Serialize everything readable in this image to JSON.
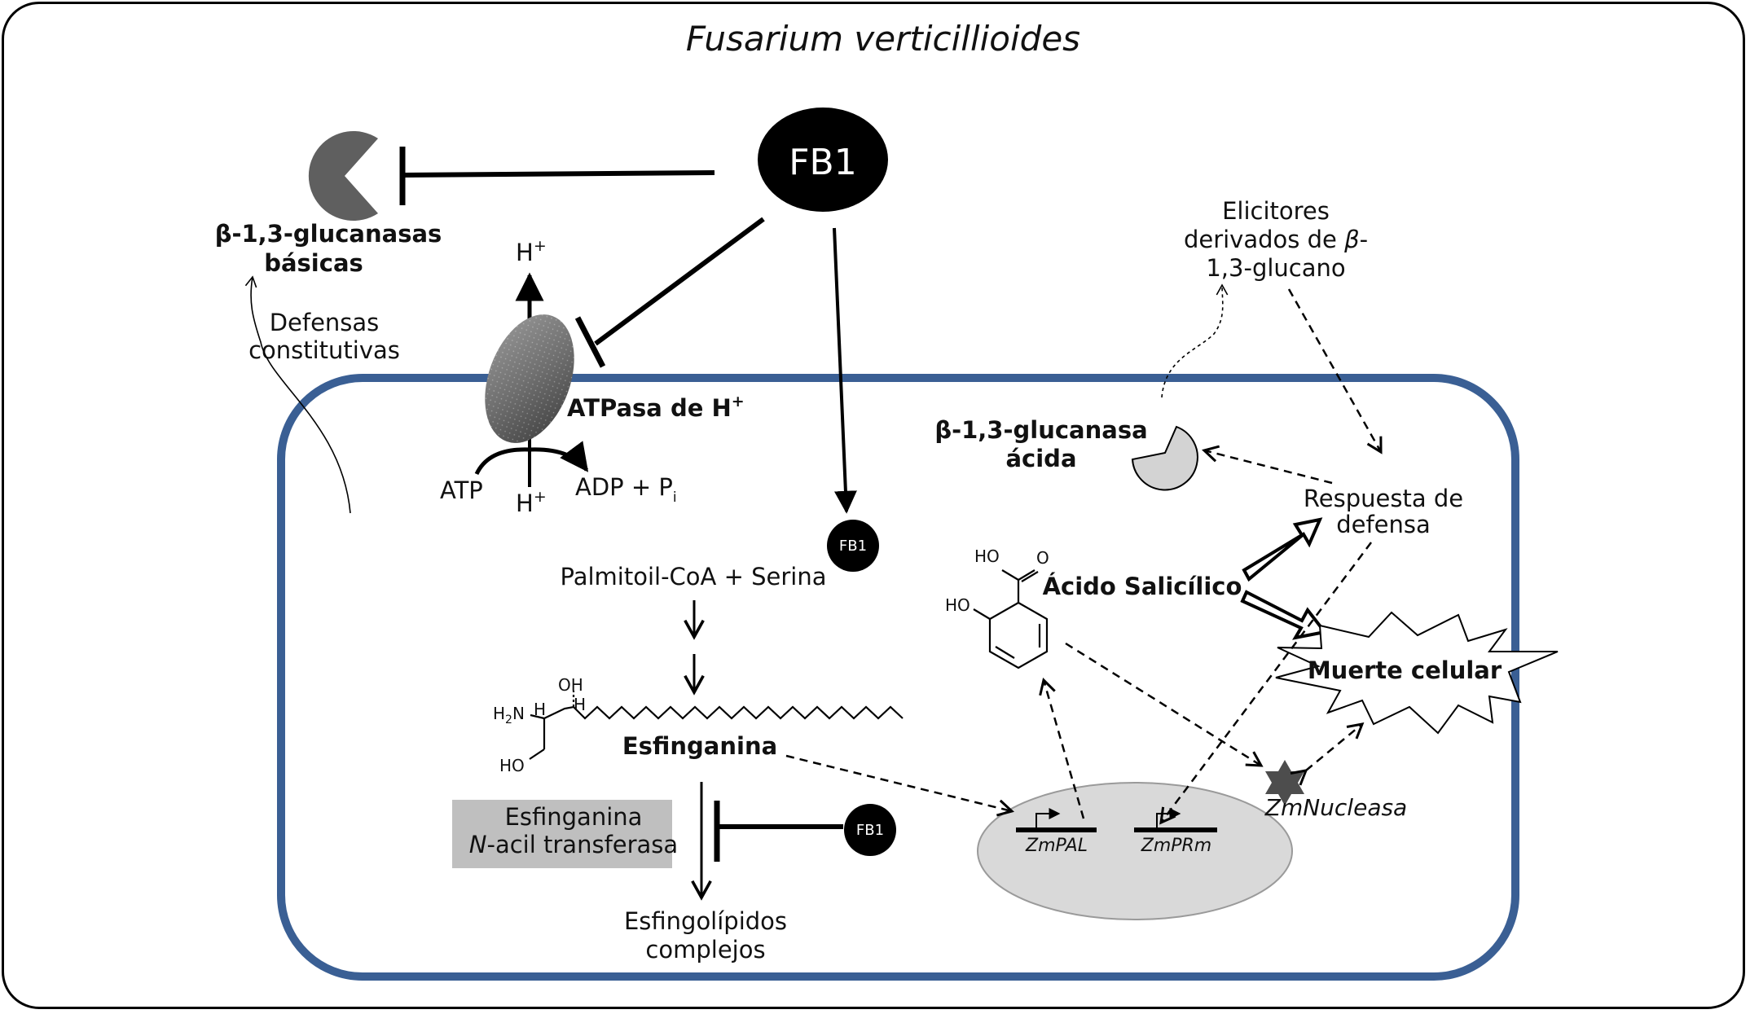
{
  "title": "Fusarium verticillioides",
  "fb1_main": "FB1",
  "fb1_small_1": "FB1",
  "fb1_small_2": "FB1",
  "labels": {
    "glucanasas_basicas_1": "β-1,3-glucanasas",
    "glucanasas_basicas_2": "básicas",
    "defensas_1": "Defensas",
    "defensas_2": "constitutivas",
    "h_plus_top": "H",
    "plus": "+",
    "atpasa": "ATPasa de H",
    "atp": "ATP",
    "adp": "ADP + P",
    "adp_sub": "i",
    "h_plus_bottom": "H",
    "palmitoil": "Palmitoil-CoA + Serina",
    "esfinganina": "Esfinganina",
    "transferasa_1": "Esfinganina",
    "transferasa_2a": "N",
    "transferasa_2b": "-acil transferasa",
    "esfingolipidos_1": "Esfingolípidos",
    "esfingolipidos_2": "complejos",
    "elicitores_1": "Elicitores",
    "elicitores_2a": "derivados de ",
    "elicitores_2b": "β",
    "elicitores_2c": "-",
    "elicitores_3": "1,3-glucano",
    "glucanasa_acida_1": "β-1,3-glucanasa",
    "glucanasa_acida_2": "ácida",
    "respuesta_1": "Respuesta de",
    "respuesta_2": "defensa",
    "acido_salicilico": "Ácido Salicílico",
    "muerte_celular": "Muerte celular",
    "zmnucleasa": "ZmNucleasa",
    "zmpal": "ZmPAL",
    "zmprm": "ZmPRm",
    "chem_ho_top": "HO",
    "chem_o": "O",
    "chem_ho_side": "HO",
    "chem_oh": "OH",
    "chem_h2n": "H",
    "chem_h2n_sub": "2",
    "chem_h2n_n": "N",
    "chem_h1": "H",
    "chem_h2": "H",
    "chem_ho_bottom": "HO"
  },
  "colors": {
    "cell_membrane": "#3a5f94",
    "nucleus_fill": "#d9d9d9",
    "transferasa_box": "#bfbfbf",
    "enzyme_dark": "#5f5f5f",
    "enzyme_light": "#d3d3d3",
    "nuclease_star": "#4d4d4d"
  }
}
